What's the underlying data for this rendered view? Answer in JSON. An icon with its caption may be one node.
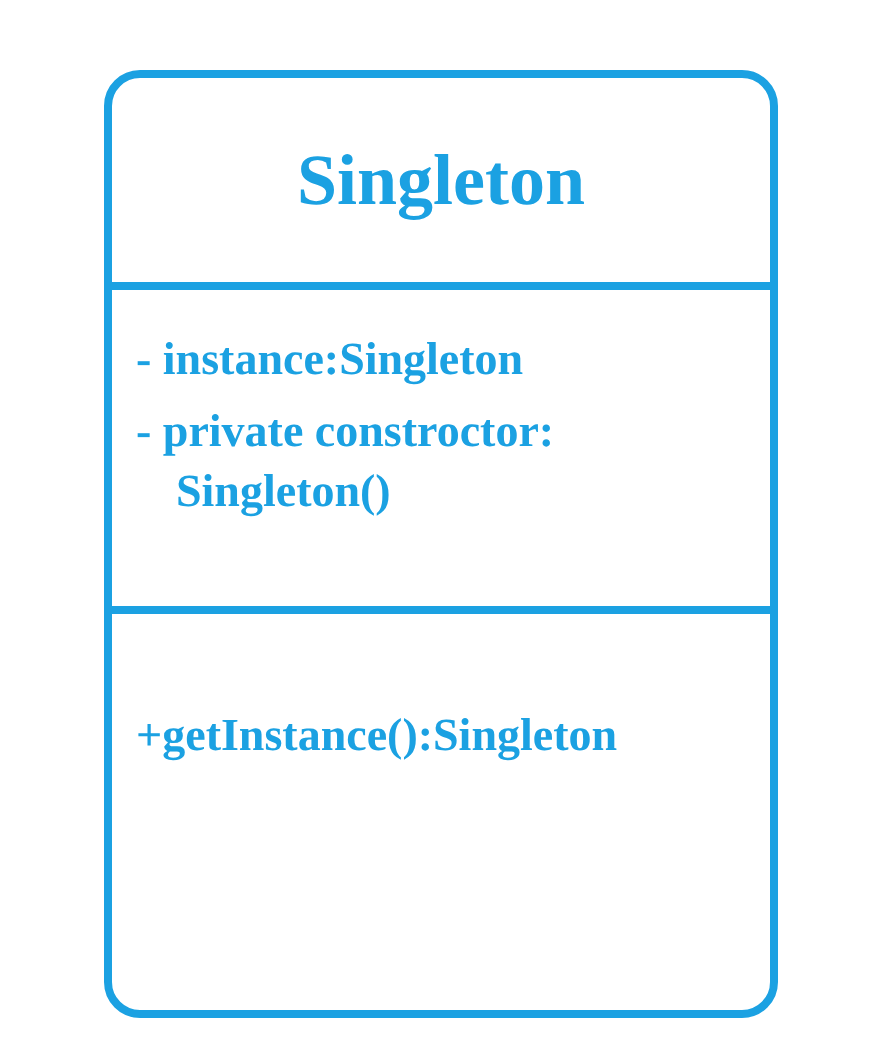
{
  "diagram": {
    "nodes": [
      {
        "text": [
          "Singleton"
        ]
      },
      {
        "text": [
          "- instance:Singleton",
          "- private constroctor: Singleton()"
        ],
        "in": 0
      },
      {
        "text": [
          "+getInstance():Singleton"
        ],
        "in": 0
      }
    ]
  }
}
